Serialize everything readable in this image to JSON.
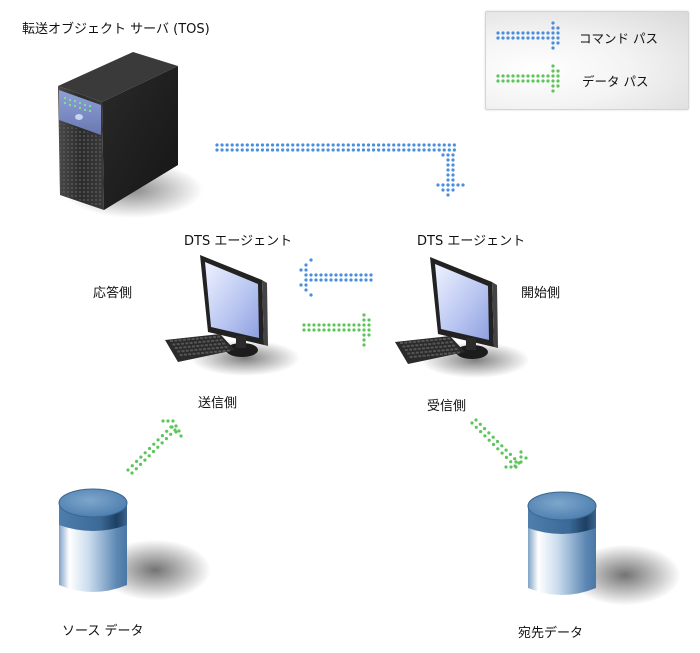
{
  "server": {
    "label": "転送オブジェクト サーバ (TOS)",
    "icon": "server-tower-icon"
  },
  "legend": {
    "items": [
      {
        "label": "コマンド パス",
        "color": "#4a8ee0",
        "icon": "dotted-arrow-right-icon"
      },
      {
        "label": "データ パス",
        "color": "#5cc65a",
        "icon": "dotted-arrow-right-icon"
      }
    ]
  },
  "agents": [
    {
      "title": "DTS エージェント",
      "role": "応答側",
      "side": "送信側",
      "icon": "computer-icon"
    },
    {
      "title": "DTS エージェント",
      "role": "開始側",
      "side": "受信側",
      "icon": "computer-icon"
    }
  ],
  "stores": [
    {
      "label": "ソース データ",
      "icon": "database-icon"
    },
    {
      "label": "宛先データ",
      "icon": "database-icon"
    }
  ],
  "colors": {
    "command": "#4a8ee0",
    "data": "#5cc65a"
  }
}
